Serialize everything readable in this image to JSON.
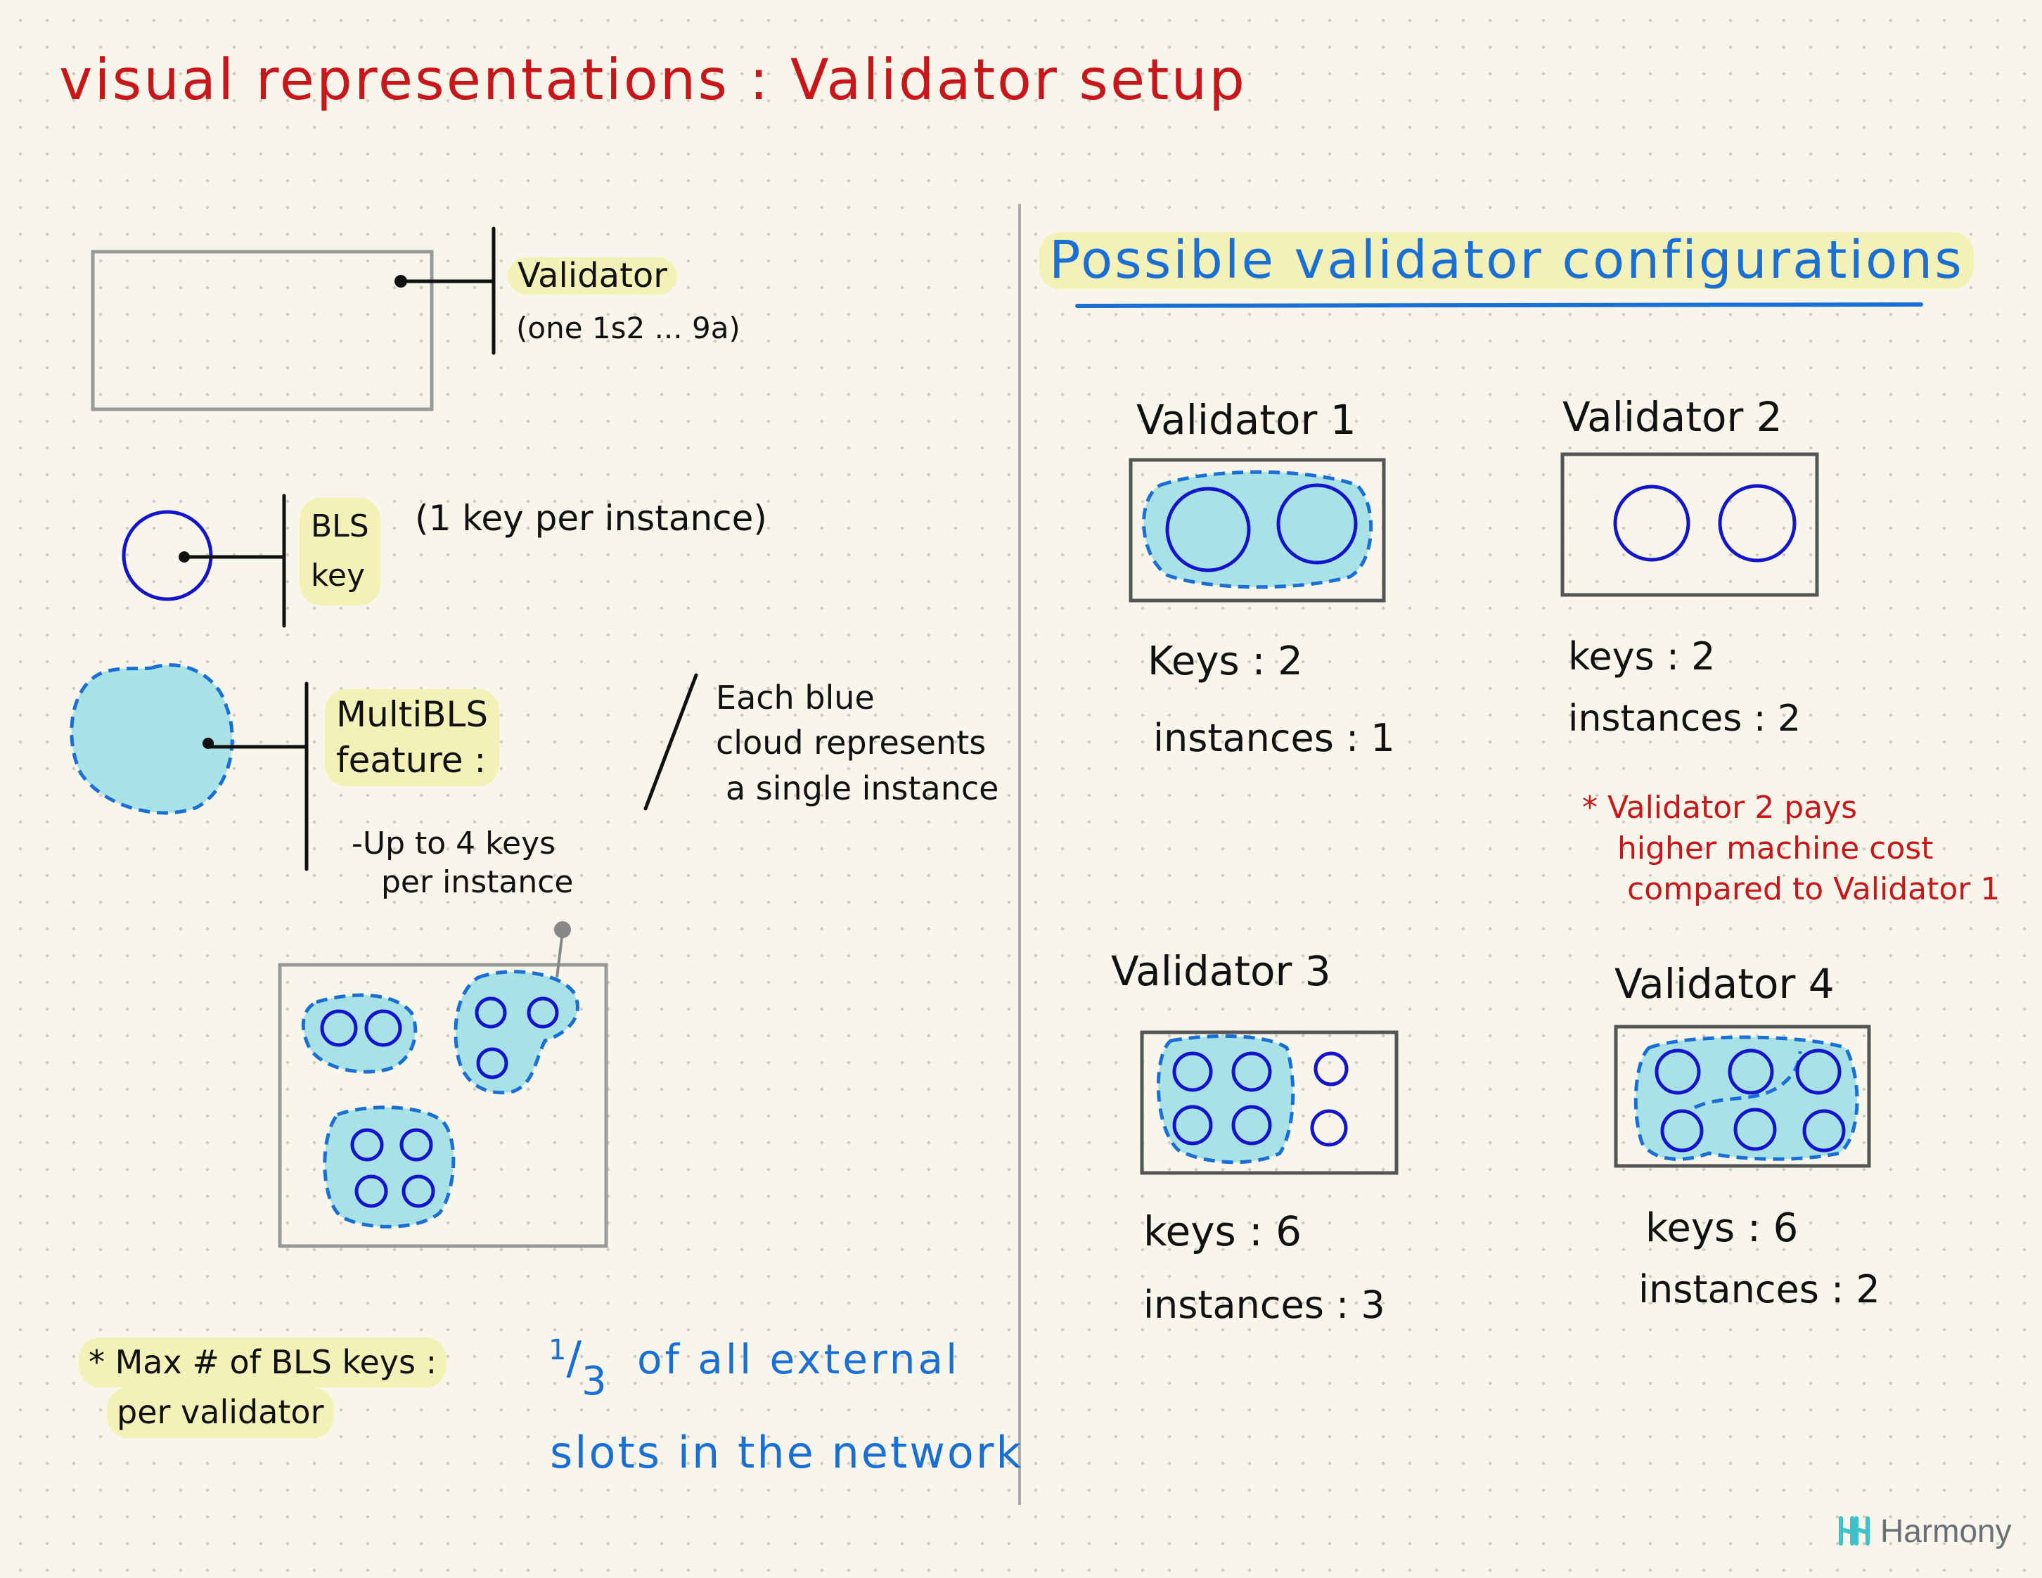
{
  "title": "visual representations : Validator setup",
  "legend": {
    "validator_label": "Validator",
    "validator_sub": "(one 1s2 ... 9a)",
    "bls_label_1": "BLS",
    "bls_label_2": "key",
    "bls_note": "(1 key per instance)",
    "multibls_label_1": "MultiBLS",
    "multibls_label_2": "feature :",
    "multibls_detail_1": "-Up to 4 keys",
    "multibls_detail_2": "per instance",
    "cloud_note_1": "Each blue",
    "cloud_note_2": "cloud represents",
    "cloud_note_3": "a single instance"
  },
  "max_note": {
    "label_1": "* Max # of BLS keys :",
    "label_2": "per validator",
    "value_frac_num": "1",
    "value_frac_den": "3",
    "value_1": "of all external",
    "value_2": "slots in the network"
  },
  "configs": {
    "heading": "Possible validator configurations",
    "v1": {
      "name": "Validator 1",
      "keys": "Keys : 2",
      "instances": "instances : 1"
    },
    "v2": {
      "name": "Validator 2",
      "keys": "keys : 2",
      "instances": "instances : 2"
    },
    "v3": {
      "name": "Validator 3",
      "keys": "keys : 6",
      "instances": "instances : 3"
    },
    "v4": {
      "name": "Validator 4",
      "keys": "keys : 6",
      "instances": "instances : 2"
    },
    "cost_note_1": "* Validator 2 pays",
    "cost_note_2": "higher machine cost",
    "cost_note_3": "compared to Validator 1"
  },
  "logo": {
    "text": "Harmony"
  },
  "colors": {
    "title": "#c8161b",
    "heading": "#1a6fd6",
    "key_circle": "#1414cc",
    "cloud_fill": "#a8e2e6",
    "cloud_stroke": "#1a6fd6",
    "highlight": "#f4f1b8",
    "box": "#999999"
  }
}
